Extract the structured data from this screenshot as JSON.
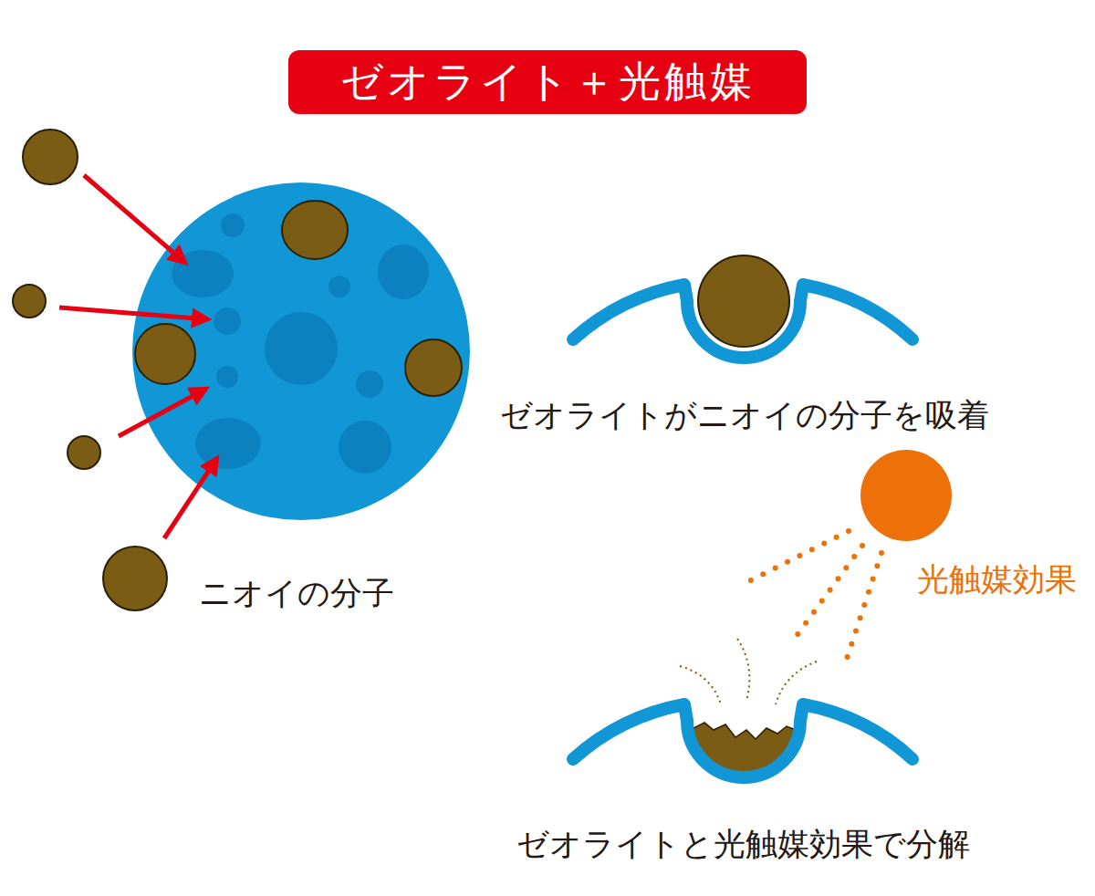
{
  "diagram": {
    "title": "ゼオライト＋光触媒",
    "labels": [
      "ゼオライトがニオイの分子を吸着",
      "光触媒効果",
      "ニオイの分子",
      "ゼオライトと光触媒効果で分解"
    ]
  }
}
